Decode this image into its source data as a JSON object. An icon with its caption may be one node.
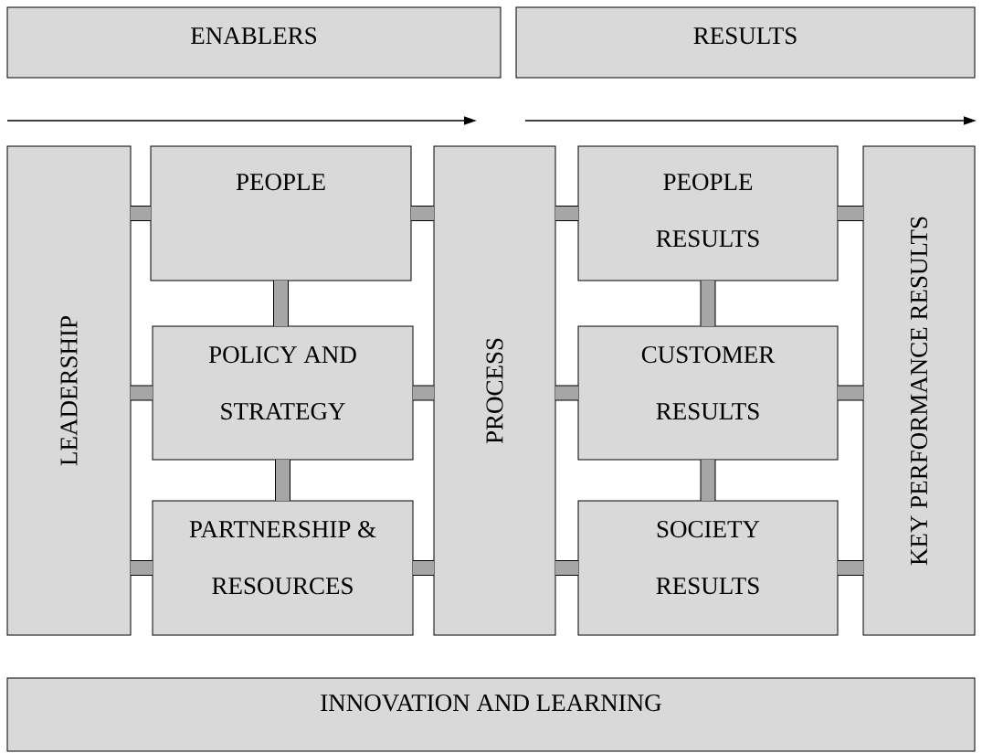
{
  "diagram": {
    "nodes": [
      {
        "text": [
          "ENABLERS"
        ]
      },
      {
        "text": [
          "RESULTS"
        ]
      },
      {
        "text": [
          "LEADERSHIP"
        ]
      },
      {
        "text": [
          "PEOPLE"
        ]
      },
      {
        "text": [
          "POLICY AND STRATEGY"
        ]
      },
      {
        "text": [
          "PARTNERSHIP & RESOURCES"
        ]
      },
      {
        "text": [
          "PROCESS"
        ]
      },
      {
        "text": [
          "PEOPLE RESULTS"
        ]
      },
      {
        "text": [
          "CUSTOMER RESULTS"
        ]
      },
      {
        "text": [
          "SOCIETY RESULTS"
        ]
      },
      {
        "text": [
          "KEY PERFORMANCE RESULTS"
        ]
      },
      {
        "text": [
          "INNOVATION AND LEARNING"
        ]
      }
    ],
    "edges": [
      {
        "from": 2,
        "to": 3,
        "arrow": "none"
      },
      {
        "from": 2,
        "to": 4,
        "arrow": "none"
      },
      {
        "from": 2,
        "to": 5,
        "arrow": "none"
      },
      {
        "from": 3,
        "to": 4,
        "arrow": "none"
      },
      {
        "from": 4,
        "to": 5,
        "arrow": "none"
      },
      {
        "from": 3,
        "to": 6,
        "arrow": "none"
      },
      {
        "from": 4,
        "to": 6,
        "arrow": "none"
      },
      {
        "from": 5,
        "to": 6,
        "arrow": "none"
      },
      {
        "from": 6,
        "to": 7,
        "arrow": "none"
      },
      {
        "from": 6,
        "to": 8,
        "arrow": "none"
      },
      {
        "from": 6,
        "to": 9,
        "arrow": "none"
      },
      {
        "from": 7,
        "to": 8,
        "arrow": "none"
      },
      {
        "from": 8,
        "to": 9,
        "arrow": "none"
      },
      {
        "from": 7,
        "to": 10,
        "arrow": "none"
      },
      {
        "from": 8,
        "to": 10,
        "arrow": "none"
      },
      {
        "from": 9,
        "to": 10,
        "arrow": "none"
      }
    ]
  }
}
